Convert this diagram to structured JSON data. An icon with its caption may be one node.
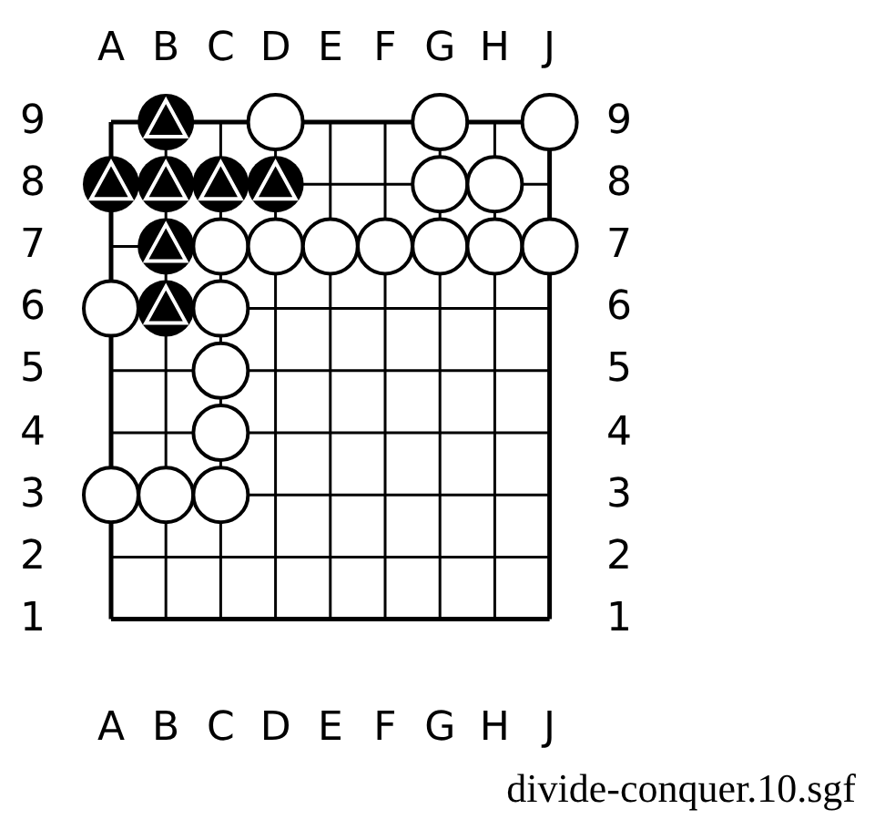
{
  "diagram": {
    "caption": "divide-conquer.10.sgf",
    "labels": [
      "A",
      "B",
      "C",
      "D",
      "E",
      "F",
      "G",
      "H",
      "J",
      "9",
      "9",
      "8",
      "8",
      "7",
      "7",
      "6",
      "6",
      "5",
      "5",
      "4",
      "4",
      "3",
      "3",
      "2",
      "2",
      "1",
      "1",
      "A",
      "B",
      "C",
      "D",
      "E",
      "F",
      "G",
      "H",
      "J"
    ]
  }
}
